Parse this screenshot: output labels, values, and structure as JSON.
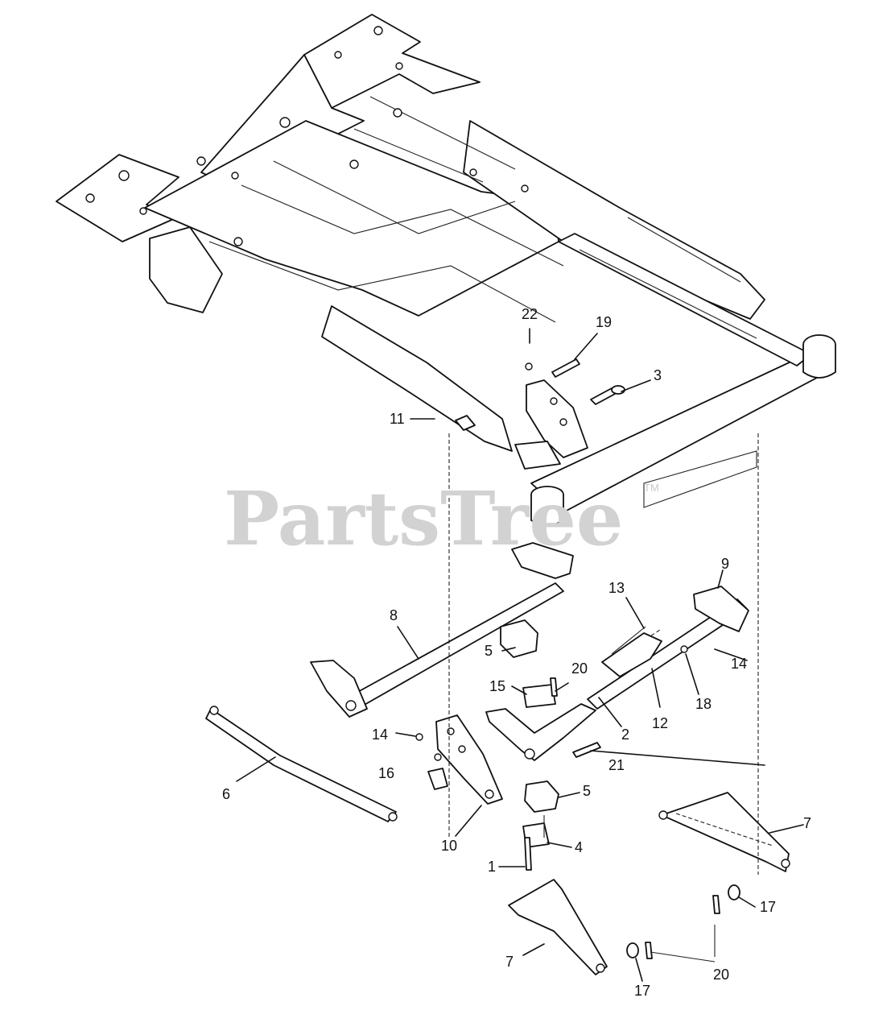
{
  "watermark": {
    "brand": "PartsTree",
    "tm": "TM"
  },
  "callouts": {
    "c1": "1",
    "c2": "2",
    "c3": "3",
    "c4": "4",
    "c5a": "5",
    "c5b": "5",
    "c6": "6",
    "c7a": "7",
    "c7b": "7",
    "c8": "8",
    "c9": "9",
    "c10": "10",
    "c11": "11",
    "c12": "12",
    "c13": "13",
    "c14a": "14",
    "c14b": "14",
    "c15": "15",
    "c16": "16",
    "c17a": "17",
    "c17b": "17",
    "c18": "18",
    "c19": "19",
    "c20a": "20",
    "c20b": "20",
    "c21": "21",
    "c22": "22"
  }
}
